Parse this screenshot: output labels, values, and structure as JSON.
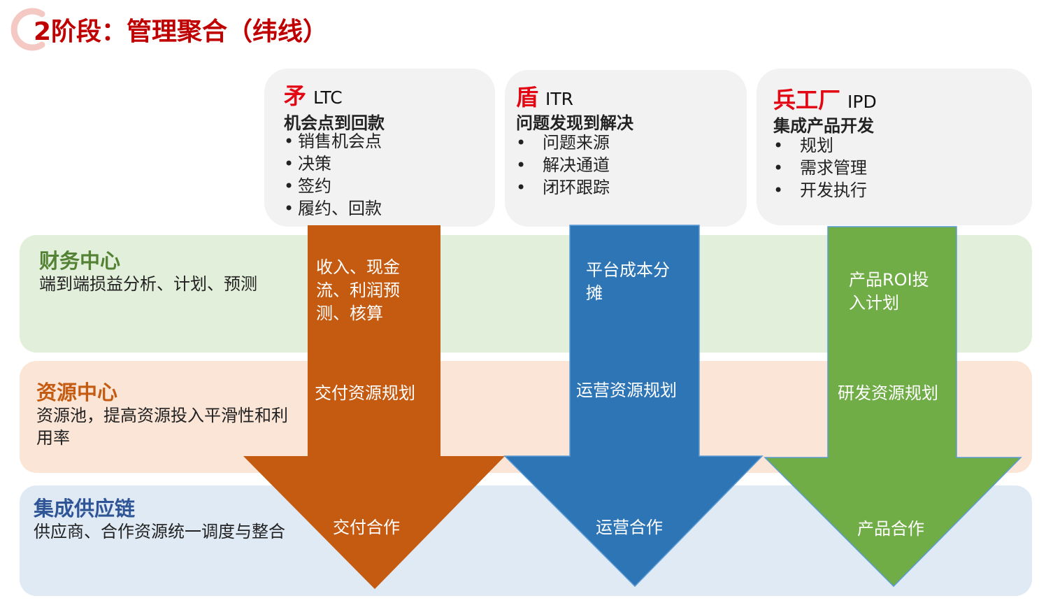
{
  "title": "2阶段：管理聚合（纬线）",
  "colors": {
    "title": "#c00000",
    "ltc_arrow": "#c55a11",
    "itr_arrow": "#2e75b6",
    "ipd_arrow": "#70ad47",
    "card_bg": "#f2f2f2",
    "card_accent": "#e30613"
  },
  "bands": [
    {
      "title": "财务中心",
      "desc": "端到端损益分析、计划、预测",
      "title_color": "#548235",
      "bg": "#e2efda"
    },
    {
      "title": "资源中心",
      "desc": "资源池，提高资源投入平滑性和利用率",
      "title_color": "#c55a11",
      "bg": "#fbe5d6"
    },
    {
      "title": "集成供应链",
      "desc": "供应商、合作资源统一调度与整合",
      "title_color": "#2f5597",
      "bg": "#dfeaf5"
    }
  ],
  "cards": [
    {
      "name_cn": "矛",
      "name_en": "LTC",
      "subtitle": "机会点到回款",
      "items": [
        "销售机会点",
        "决策",
        "签约",
        "履约、回款"
      ]
    },
    {
      "name_cn": "盾",
      "name_en": "ITR",
      "subtitle": "问题发现到解决",
      "items": [
        "问题来源",
        "解决通道",
        "闭环跟踪"
      ]
    },
    {
      "name_cn": "兵工厂",
      "name_en": "IPD",
      "subtitle": "集成产品开发",
      "items": [
        "规划",
        "需求管理",
        "开发执行"
      ]
    }
  ],
  "arrows": [
    {
      "finance": "收入、现金流、利润预测、核算",
      "resource": "交付资源规划",
      "supply": "交付合作"
    },
    {
      "finance": "平台成本分摊",
      "resource": "运营资源规划",
      "supply": "运营合作"
    },
    {
      "finance": "产品ROI投入计划",
      "resource": "研发资源规划",
      "supply": "产品合作"
    }
  ]
}
